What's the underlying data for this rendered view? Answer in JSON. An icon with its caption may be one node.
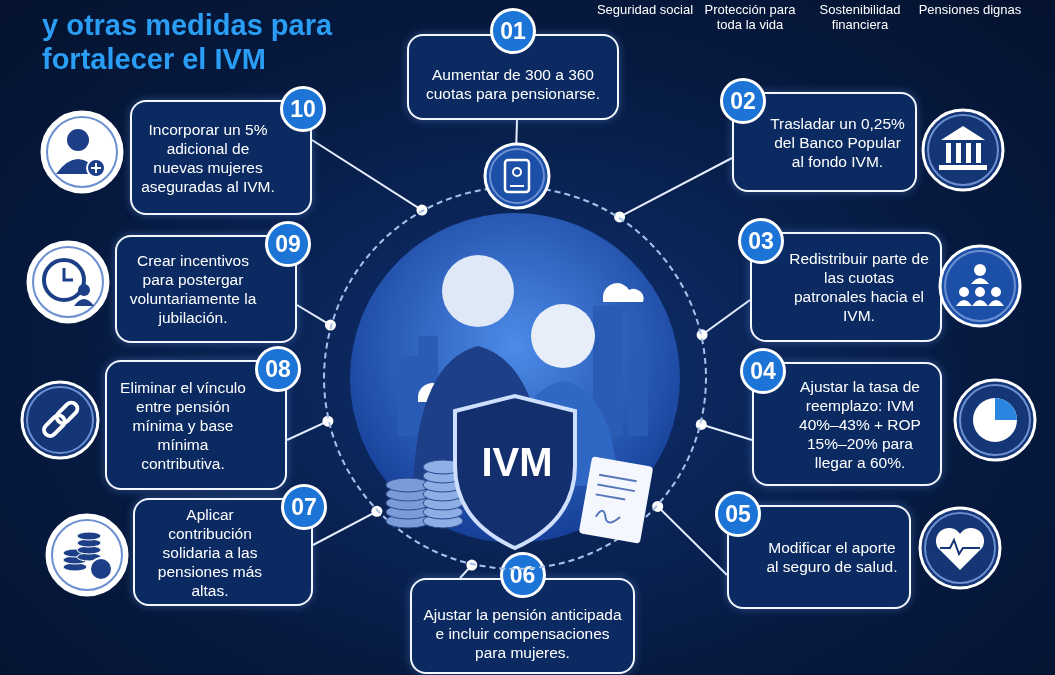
{
  "diagram": {
    "title": "y otras medidas para fortalecer el IVM",
    "nodes": [
      {
        "text": [
          "01",
          "Aumentar de 300 a 360 cuotas para pensionarse."
        ]
      },
      {
        "text": [
          "02",
          "Trasladar un 0,25% del Banco Popular al fondo IVM."
        ]
      },
      {
        "text": [
          "03",
          "Redistribuir parte de las cuotas patronales hacia el IVM."
        ]
      },
      {
        "text": [
          "04",
          "Ajustar la tasa de reemplazo: IVM 40%–43% + ROP 15%–20% para llegar a 60%."
        ]
      },
      {
        "text": [
          "05",
          "Modificar el aporte al seguro de salud."
        ]
      },
      {
        "text": [
          "06",
          "Ajustar la pensión anticipada e incluir compensaciones para mujeres."
        ]
      },
      {
        "text": [
          "07",
          "Aplicar contribución solidaria a las pensiones más altas."
        ]
      },
      {
        "text": [
          "08",
          "Eliminar el vínculo entre pensión mínima y base mínima contributiva."
        ]
      },
      {
        "text": [
          "09",
          "Crear incentivos para postergar voluntariamente la jubilación."
        ]
      },
      {
        "text": [
          "10",
          "Incorporar un 5% adicional de nuevas mujeres aseguradas al IVM."
        ]
      },
      {
        "text": [
          "IVM"
        ]
      }
    ],
    "edges": [
      {
        "from": 0,
        "to": 10,
        "arrow": "other"
      },
      {
        "from": 1,
        "to": 10,
        "arrow": "other"
      },
      {
        "from": 2,
        "to": 10,
        "arrow": "other"
      },
      {
        "from": 3,
        "to": 10,
        "arrow": "other"
      },
      {
        "from": 4,
        "to": 10,
        "arrow": "other"
      },
      {
        "from": 5,
        "to": 10,
        "arrow": "other"
      },
      {
        "from": 6,
        "to": 10,
        "arrow": "other"
      },
      {
        "from": 7,
        "to": 10,
        "arrow": "other"
      },
      {
        "from": 8,
        "to": 10,
        "arrow": "other"
      },
      {
        "from": 9,
        "to": 10,
        "arrow": "other"
      }
    ],
    "labels": [
      "Seguridad social",
      "Protección para toda la vida",
      "Sostenibilidad financiera",
      "Pensiones dignas"
    ]
  }
}
